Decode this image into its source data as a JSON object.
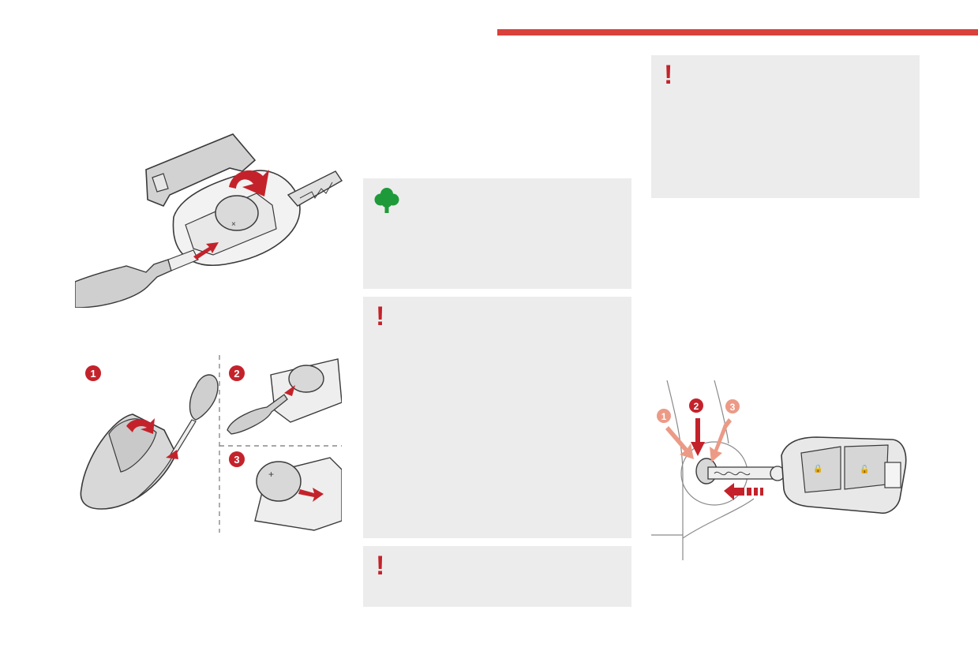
{
  "colors": {
    "accent_red": "#d9413a",
    "dark_red": "#c4222b",
    "light_red": "#ec9a86",
    "eco_green": "#1f9a3a",
    "panel_bg": "#ececec",
    "line": "#3a3a3a",
    "fill_gray": "#cfcfcf"
  },
  "icons": {
    "eco": "eco-tree-icon",
    "warning": "exclamation-warning-icon"
  },
  "panels": {
    "eco_note": {
      "icon": "eco-tree-icon"
    },
    "warning_1": {
      "icon": "exclamation-warning-icon",
      "glyph": "!"
    },
    "warning_2": {
      "icon": "exclamation-warning-icon",
      "glyph": "!"
    },
    "warning_3": {
      "icon": "exclamation-warning-icon",
      "glyph": "!"
    }
  },
  "figures": {
    "battery_steps": {
      "step_numbers": [
        "1",
        "2",
        "3"
      ]
    },
    "ignition_steps": {
      "step_numbers": [
        "1",
        "2",
        "3"
      ]
    }
  }
}
